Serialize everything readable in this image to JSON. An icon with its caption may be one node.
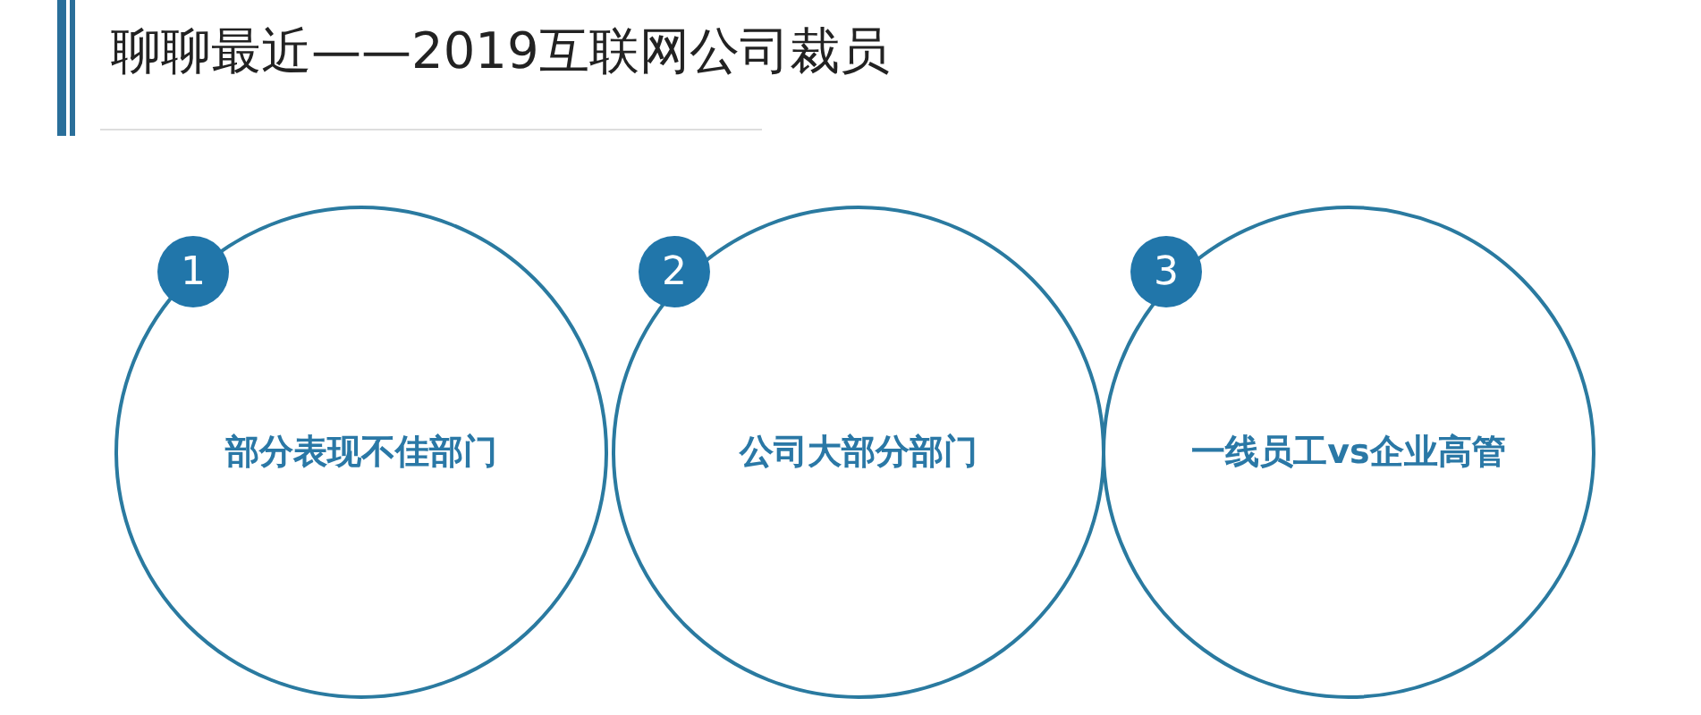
{
  "diagram": {
    "title": "聊聊最近——2019互联网公司裁员",
    "nodes": [
      {
        "text": [
          "1"
        ]
      },
      {
        "text": [
          "部分表现不佳部门"
        ]
      },
      {
        "text": [
          "2"
        ]
      },
      {
        "text": [
          "公司大部分部门"
        ]
      },
      {
        "text": [
          "3"
        ]
      },
      {
        "text": [
          "一线员工vs企业高管"
        ]
      }
    ],
    "edges": []
  }
}
